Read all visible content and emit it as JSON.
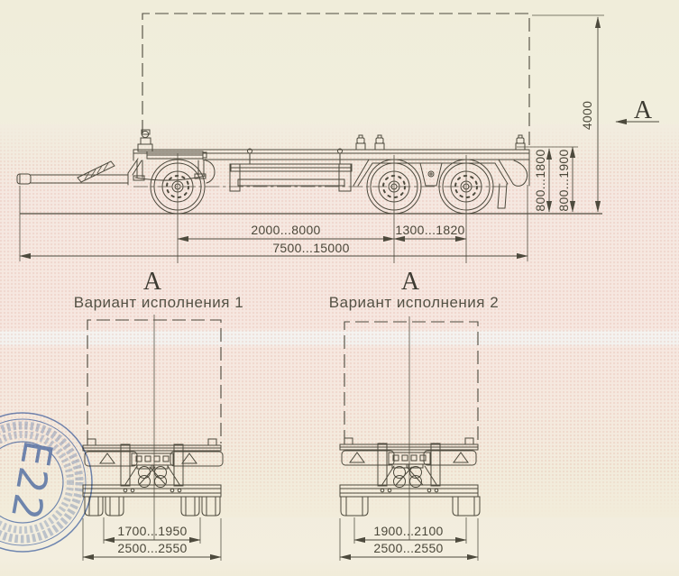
{
  "side_view": {
    "section_letter": "A",
    "dim_body_height": "4000",
    "dim_frame_height_min": "800...1800",
    "dim_frame_height_max": "800...1900",
    "dim_axle_to_bogie": "2000...8000",
    "dim_bogie_wheelbase": "1300...1820",
    "dim_overall_length": "7500...15000"
  },
  "variants": [
    {
      "section_letter": "A",
      "title": "Вариант исполнения 1",
      "dim_track": "1700...1950",
      "dim_overall_width": "2500...2550"
    },
    {
      "section_letter": "A",
      "title": "Вариант исполнения 2",
      "dim_track": "1900...2100",
      "dim_overall_width": "2500...2550"
    }
  ],
  "stamp": {
    "text": "Е22",
    "ink_color": "#4c70bb"
  },
  "colors": {
    "ink": "#4d4a3d",
    "paper_cream": "#f1eedd",
    "paper_pink": "#f6e7e0",
    "scan_band": "#f4f3f0"
  }
}
